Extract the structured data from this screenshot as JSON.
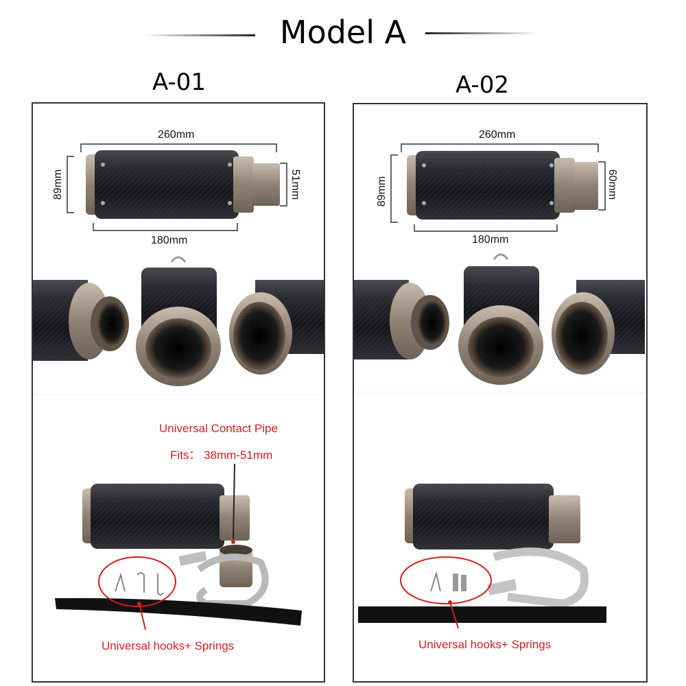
{
  "header": {
    "title": "Model A"
  },
  "panels": [
    {
      "label": "A-01",
      "dims": {
        "length": "260mm",
        "height": "89mm",
        "outlet": "51mm",
        "body": "180mm"
      },
      "contact_pipe": {
        "title": "Universal Contact Pipe",
        "fits": "Fits：  38mm-51mm"
      },
      "hooks_label": "Universal hooks+ Springs"
    },
    {
      "label": "A-02",
      "dims": {
        "length": "260mm",
        "height": "89mm",
        "outlet": "60mm",
        "body": "180mm"
      },
      "hooks_label": "Universal hooks+ Springs"
    }
  ],
  "colors": {
    "accent_red": "#d41e1e",
    "carbon": "#1c1d20",
    "titanium": "#9a8f84"
  }
}
